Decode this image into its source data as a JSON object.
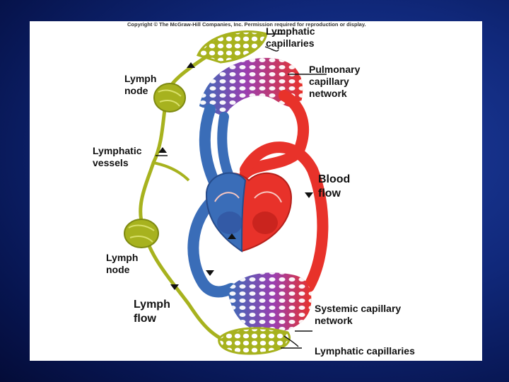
{
  "copyright": "Copyright © The McGraw-Hill Companies, Inc. Permission required for reproduction or display.",
  "labels": {
    "lymphatic_capillaries_top": "Lymphatic\ncapillaries",
    "pulmonary_capillary_network": "Pulmonary\ncapillary\nnetwork",
    "lymph_node_top": "Lymph\nnode",
    "lymphatic_vessels": "Lymphatic\nvessels",
    "blood_flow": "Blood\nflow",
    "lymph_node_bottom": "Lymph\nnode",
    "lymph_flow": "Lymph\nflow",
    "systemic_capillary_network": "Systemic capillary\nnetwork",
    "lymphatic_capillaries_bottom": "Lymphatic capillaries"
  },
  "colors": {
    "lymph": "#a7b21e",
    "lymph_light": "#c9d44a",
    "artery": "#e8322a",
    "vein": "#3a6db8",
    "capillary_mix": "#8a4aa8"
  }
}
